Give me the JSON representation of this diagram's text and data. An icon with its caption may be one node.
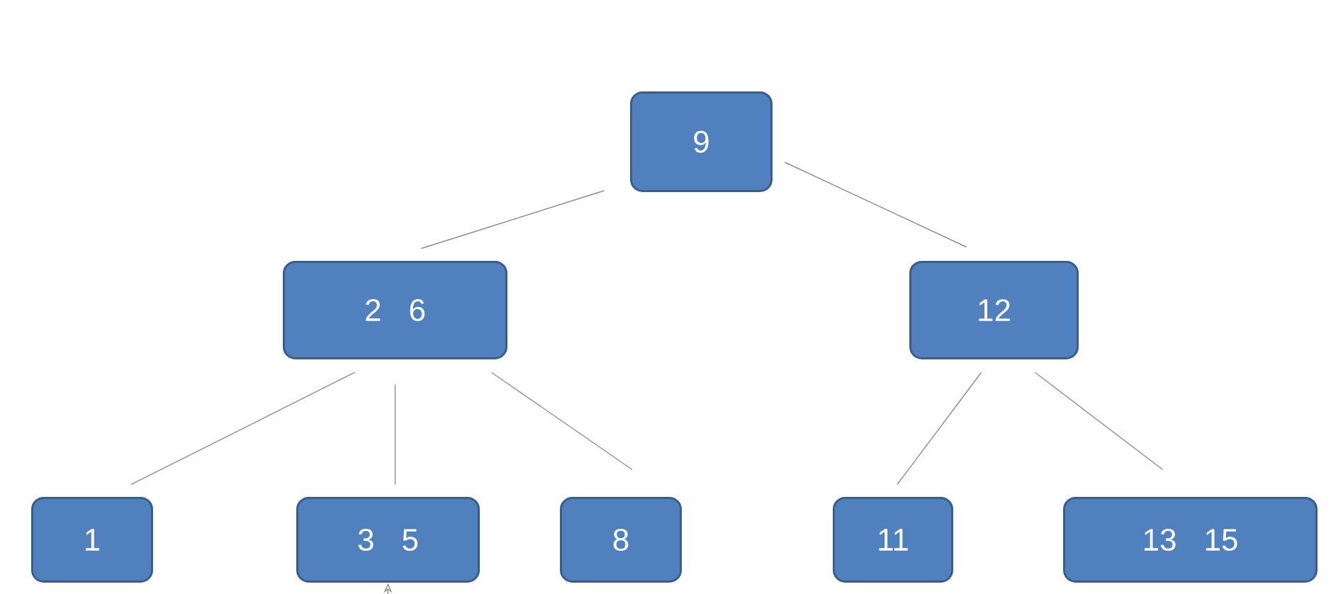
{
  "diagram": {
    "nodes": [
      {
        "text": [
          "9"
        ]
      },
      {
        "text": [
          "2",
          "6"
        ]
      },
      {
        "text": [
          "12"
        ]
      },
      {
        "text": [
          "1"
        ]
      },
      {
        "text": [
          "3",
          "5"
        ]
      },
      {
        "text": [
          "8"
        ]
      },
      {
        "text": [
          "11"
        ]
      },
      {
        "text": [
          "13",
          "15"
        ]
      }
    ],
    "edges": [
      {
        "from": 0,
        "to": 1,
        "arrow": "none"
      },
      {
        "from": 0,
        "to": 2,
        "arrow": "none"
      },
      {
        "from": 1,
        "to": 3,
        "arrow": "none"
      },
      {
        "from": 1,
        "to": 4,
        "arrow": "none"
      },
      {
        "from": 1,
        "to": 5,
        "arrow": "none"
      },
      {
        "from": 2,
        "to": 6,
        "arrow": "none"
      },
      {
        "from": 2,
        "to": 7,
        "arrow": "none"
      },
      {
        "from": null,
        "to": 4,
        "arrow": "to"
      }
    ]
  }
}
